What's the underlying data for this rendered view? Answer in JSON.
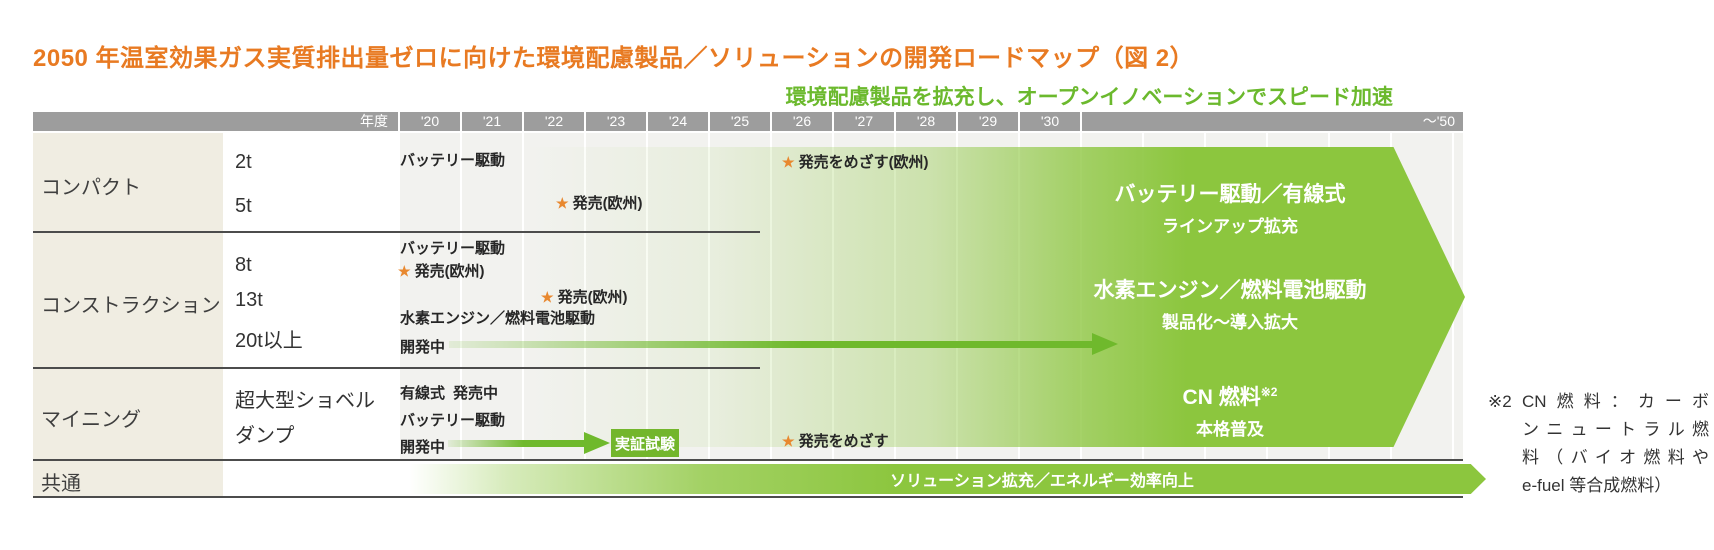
{
  "page": {
    "title": "2050 年温室効果ガス実質排出量ゼロに向けた環境配慮製品／ソリューションの開発ロードマップ（図 2）",
    "subtitle": "環境配慮製品を拡充し、オープンイノベーションでスピード加速"
  },
  "timeline_header": {
    "axis_label": "年度",
    "years": [
      "'20",
      "'21",
      "'22",
      "'23",
      "'24",
      "'25",
      "'26",
      "'27",
      "'28",
      "'29",
      "'30"
    ],
    "end_year": "～'50"
  },
  "categories": [
    {
      "label": "コンパクト",
      "items": [
        "2t",
        "5t"
      ]
    },
    {
      "label": "コンストラクション",
      "items": [
        "8t",
        "13t",
        "20t以上"
      ]
    },
    {
      "label": "マイニング",
      "items": [
        "超大型ショベル",
        "ダンプ"
      ]
    },
    {
      "label": "共通",
      "items": []
    }
  ],
  "marker_star": "★",
  "compact_row": {
    "battery_label": "バッテリー駆動",
    "launch_eu": "発売(欧州)",
    "aim_launch_eu": "発売をめざす(欧州)"
  },
  "construction_row": {
    "battery_label": "バッテリー駆動",
    "launch_eu_2020": "発売(欧州)",
    "launch_eu_2023": "発売(欧州)",
    "hydrogen_label": "水素エンジン／燃料電池駆動",
    "in_development": "開発中"
  },
  "mining_row": {
    "wired_label": "有線式",
    "on_sale": "発売中",
    "battery_label": "バッテリー駆動",
    "in_development": "開発中",
    "demo_test": "実証試験",
    "aim_launch": "発売をめざす"
  },
  "future_arrow": {
    "blocks": [
      {
        "title": "バッテリー駆動／有線式",
        "subtitle": "ラインアップ拡充"
      },
      {
        "title": "水素エンジン／燃料電池駆動",
        "subtitle": "製品化～導入拡大"
      },
      {
        "title": "CN 燃料",
        "title_sup": "※2",
        "subtitle": "本格普及"
      }
    ]
  },
  "common_bar_label": "ソリューション拡充／エネルギー効率向上",
  "footnote": {
    "marker": "※2",
    "lines": [
      "CN燃料：カーボ",
      "ンニュートラル燃",
      "料（バイオ燃料や",
      "e-fuel 等合成燃料）"
    ]
  },
  "colors": {
    "accent_orange": "#e87a22",
    "accent_green": "#6bb92d",
    "arrow_green": "#8cc63e",
    "header_gray": "#9d9d9d",
    "star_orange": "#e8882f",
    "category_bg": "#f0ede2"
  }
}
